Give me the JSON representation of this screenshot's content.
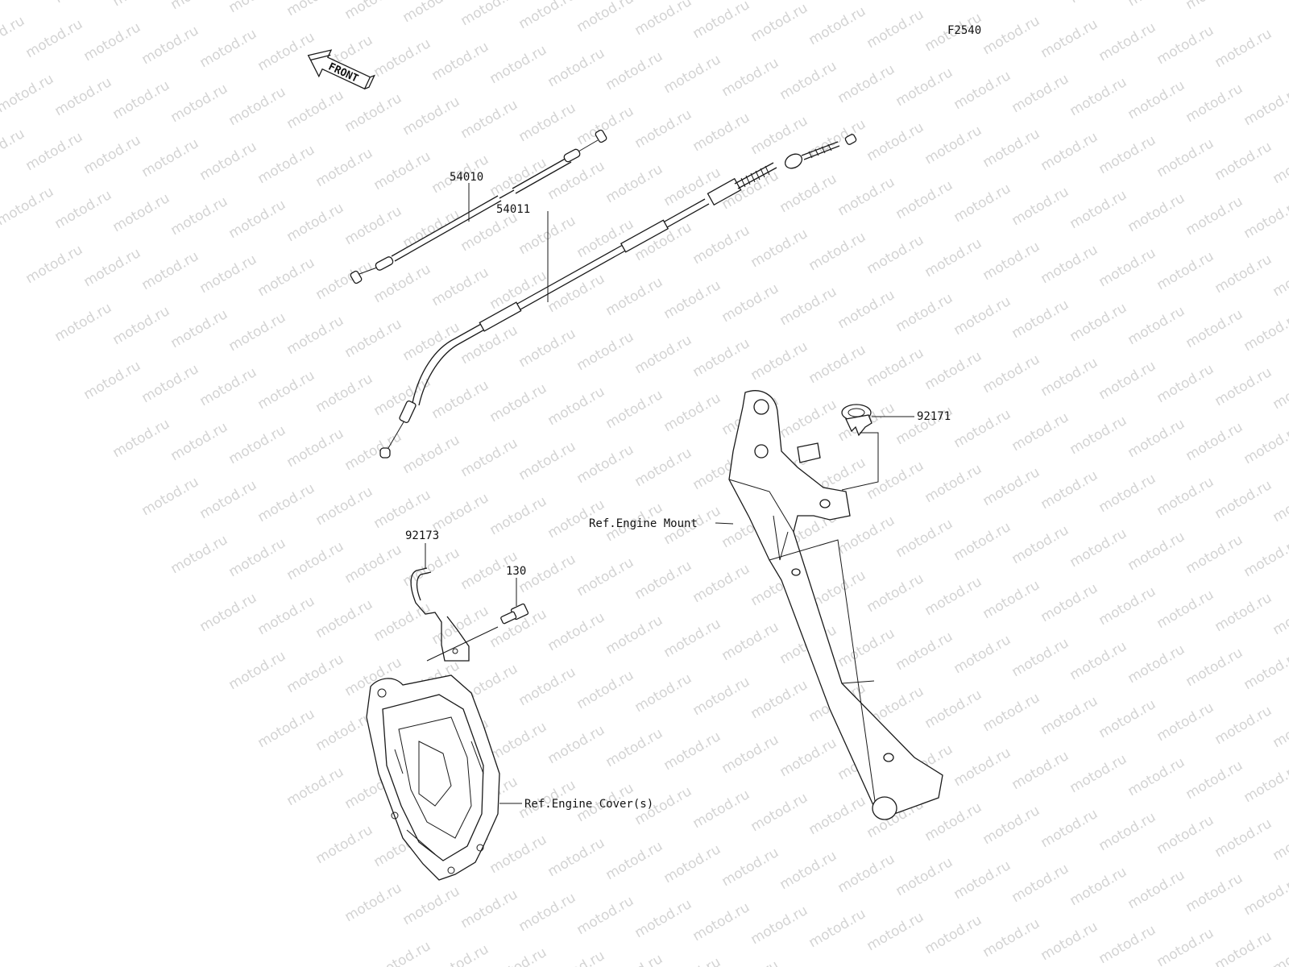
{
  "diagram_code": "F2540",
  "front_indicator": "FRONT",
  "watermark_text": "motod.ru",
  "parts": {
    "p54010": "54010",
    "p54011": "54011",
    "p92171": "92171",
    "p92173": "92173",
    "p130": "130"
  },
  "references": {
    "engine_mount": "Ref.Engine Mount",
    "engine_cover": "Ref.Engine Cover(s)"
  }
}
